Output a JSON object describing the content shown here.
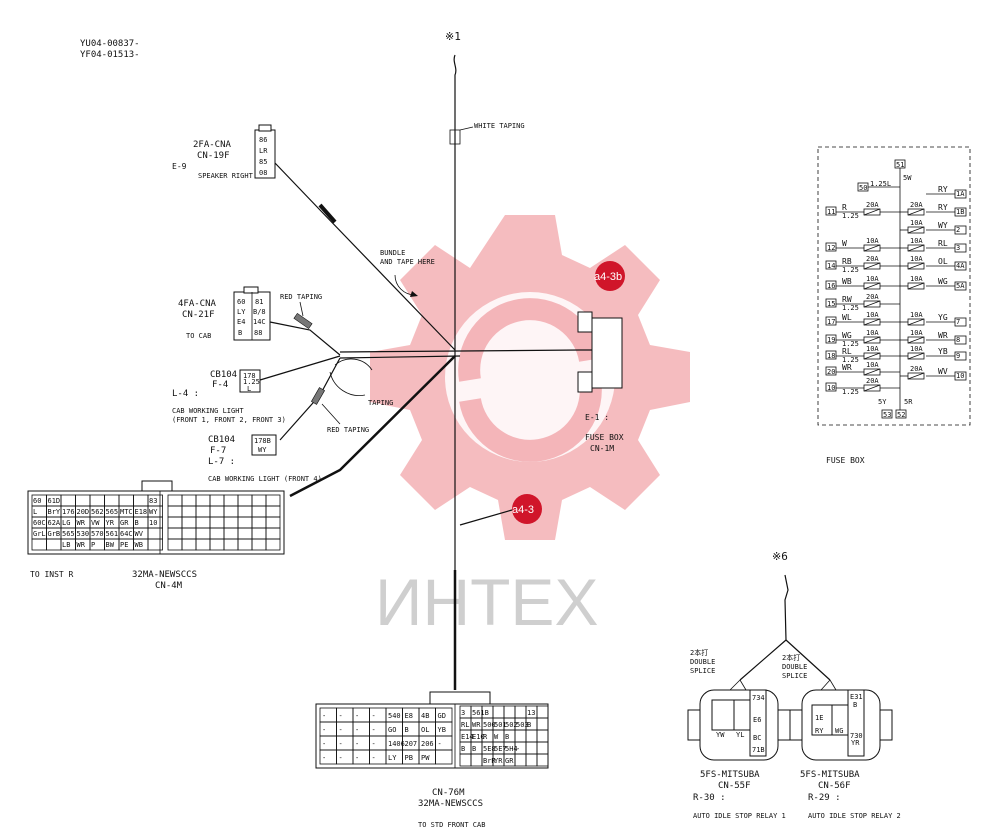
{
  "doc_codes": [
    "YU04-00837-",
    "YF04-01513-"
  ],
  "markers": {
    "top": "※1",
    "right": "※6"
  },
  "watermark": {
    "text": "ИНТЕХ",
    "color": "#e63946"
  },
  "pins": {
    "pin1": "a4-3b",
    "pin2": "a4-3",
    "color": "#d0152a"
  },
  "connectors": {
    "cn19f": {
      "name": "2FA-CNA",
      "code": "CN-19F",
      "ref": "E-9",
      "desc": "SPEAKER RIGHT",
      "cells": [
        "86",
        "LR",
        "85",
        "08"
      ]
    },
    "cn21f": {
      "name": "4FA-CNA",
      "code": "CN-21F",
      "desc": "TO CAB",
      "cells": [
        "60",
        "81",
        "LY",
        "B/8",
        "E4",
        "14C",
        "B",
        "88"
      ]
    },
    "f4": {
      "name": "CB104",
      "code": "F-4",
      "ref": "L-4 :",
      "desc": "CAB WORKING LIGHT",
      "desc2": "(FRONT 1, FRONT 2, FRONT 3)",
      "cells": [
        "178",
        "1.25",
        "L"
      ]
    },
    "f7": {
      "name": "CB104",
      "code": "F-7",
      "ref": "L-7 :",
      "desc": "CAB WORKING LIGHT (FRONT 4)",
      "cells": [
        "178B",
        "WY"
      ]
    },
    "cn4m": {
      "name": "32MA-NEWSCCS",
      "code": "CN-4M",
      "desc": "TO INST R",
      "rows": [
        [
          "60",
          "61D",
          "",
          "",
          "",
          "",
          "",
          "",
          "83"
        ],
        [
          "L",
          "BrY",
          "176",
          "20D",
          "562",
          "565",
          "MTC",
          "E18",
          "WY"
        ],
        [
          "60C",
          "62A",
          "LG",
          "WR",
          "VW",
          "YR",
          "GR",
          "B",
          "10"
        ],
        [
          "GrL",
          "GrB",
          "565",
          "530",
          "570",
          "561",
          "64C",
          "WV",
          ""
        ],
        [
          "",
          "",
          "LB",
          "WR",
          "P",
          "BW",
          "PE",
          "WB",
          ""
        ]
      ]
    },
    "cn1m": {
      "ref": "E-1 :",
      "name": "FUSE BOX",
      "code": "CN-1M"
    },
    "cn76m": {
      "name": "32MA-NEWSCCS",
      "code": "CN-76M",
      "desc": "TO STD FRONT CAB",
      "left_rows": [
        [
          "-",
          "-",
          "-",
          "-",
          "540",
          "E8",
          "4B",
          "GD"
        ],
        [
          "-",
          "-",
          "-",
          "-",
          "GO",
          "B",
          "OL",
          "YB"
        ],
        [
          "-",
          "-",
          "-",
          "-",
          "1406",
          "207",
          "206",
          "-"
        ],
        [
          "-",
          "-",
          "-",
          "-",
          "LY",
          "PB",
          "PW",
          ""
        ]
      ],
      "right_rows": [
        [
          "3",
          "561B",
          "",
          "",
          "",
          "",
          "13",
          ""
        ],
        [
          "RL",
          "WR",
          "500",
          "501",
          "502",
          "503",
          "B",
          ""
        ],
        [
          "E14",
          "E10",
          "R",
          "W",
          "B",
          "",
          "",
          ""
        ],
        [
          "B",
          "B",
          "5E8",
          "5E7",
          "5H4",
          "-",
          "",
          ""
        ],
        [
          "",
          "",
          "BrR",
          "YR",
          "GR",
          "",
          "",
          ""
        ]
      ]
    },
    "cn55f": {
      "name": "5FS-MITSUBA",
      "code": "CN-55F",
      "ref": "R-30 :",
      "desc": "AUTO IDLE STOP RELAY 1",
      "cells": [
        "734",
        "E6",
        "YW",
        "YL",
        "BC",
        "71B"
      ]
    },
    "cn56f": {
      "name": "5FS-MITSUBA",
      "code": "CN-56F",
      "ref": "R-29 :",
      "desc": "AUTO IDLE STOP RELAY 2",
      "cells": [
        "E31",
        "B",
        "1E",
        "RY",
        "WG",
        "YR",
        "730"
      ]
    }
  },
  "labels": {
    "white_taping": "WHITE TAPING",
    "bundle": "BUNDLE",
    "bundle2": "AND TAPE HERE",
    "red_taping_a": "RED TAPING",
    "taping": "TAPING",
    "red_taping_b": "RED TAPING",
    "double_splice_a1": "2本打",
    "double_splice_a2": "DOUBLE",
    "double_splice_a3": "SPLICE",
    "double_splice_b1": "2本打",
    "double_splice_b2": "DOUBLE",
    "double_splice_b3": "SPLICE"
  },
  "fuse_box": {
    "caption": "FUSE BOX",
    "top_terminals": [
      "51",
      "50",
      "1.25L",
      "5W"
    ],
    "left_rows": [
      {
        "term": "11",
        "color": "R",
        "size": "1.25",
        "fuse": "20A"
      },
      {
        "term": "12",
        "color": "W",
        "size": "",
        "fuse": "10A"
      },
      {
        "term": "14",
        "color": "RB",
        "size": "1.25",
        "fuse": "20A"
      },
      {
        "term": "16",
        "color": "WB",
        "size": "",
        "fuse": "10A"
      },
      {
        "term": "15",
        "color": "RW",
        "size": "1.25",
        "fuse": "20A"
      },
      {
        "term": "17",
        "color": "WL",
        "size": "",
        "fuse": "10A"
      },
      {
        "term": "19",
        "color": "WG",
        "size": "1.25",
        "fuse": "10A"
      },
      {
        "term": "18",
        "color": "RL",
        "size": "1.25",
        "fuse": "10A"
      },
      {
        "term": "20",
        "color": "WR",
        "size": "",
        "fuse": "10A"
      },
      {
        "term": "10",
        "color": "",
        "size": "1.25",
        "fuse": "20A"
      }
    ],
    "right_rows": [
      {
        "term": "1A",
        "color": "RY",
        "fuse": ""
      },
      {
        "term": "1B",
        "color": "RY",
        "fuse": "20A"
      },
      {
        "term": "2",
        "color": "WY",
        "fuse": "10A"
      },
      {
        "term": "3",
        "color": "RL",
        "fuse": "10A"
      },
      {
        "term": "4A",
        "color": "OL",
        "fuse": "10A"
      },
      {
        "term": "5A",
        "color": "WG",
        "fuse": "10A"
      },
      {
        "term": "7",
        "color": "YG",
        "fuse": "10A"
      },
      {
        "term": "8",
        "color": "WR",
        "fuse": "10A"
      },
      {
        "term": "9",
        "color": "YB",
        "fuse": "10A"
      },
      {
        "term": "10",
        "color": "WV",
        "fuse": "20A"
      }
    ],
    "bottom_terminals": [
      "5Y",
      "5R",
      "53",
      "52"
    ]
  }
}
